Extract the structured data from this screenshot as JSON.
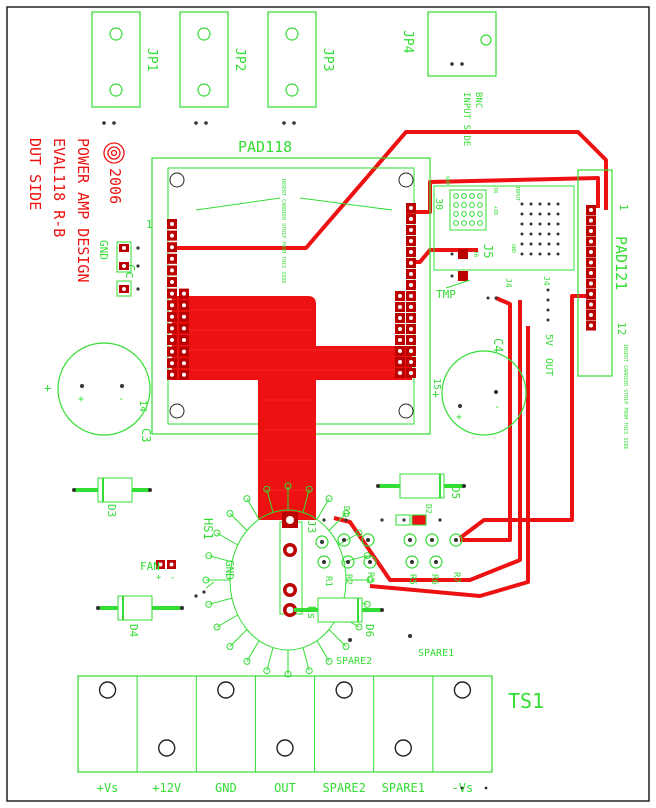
{
  "colors": {
    "silk": "#33dd33",
    "copper": "#ee1111",
    "pad": "#bb0000",
    "outline": "#222222"
  },
  "labels": {
    "jp1": "JP1",
    "jp2": "JP2",
    "jp3": "JP3",
    "jp4": "JP4",
    "bnc": "BNC",
    "input_side": "INPUT SIDE",
    "pad118": "PAD118",
    "pad121": "PAD121",
    "pin1_left": "1",
    "pin14": "14",
    "pin15": "15",
    "pin30": "30",
    "pin1_right": "1",
    "pin12": "12",
    "insert_left": "INSERT CARRIER STRIP FROM THIS SIDE",
    "insert_right": "INSERT CARRIER STRIP FROM THIS SIDE",
    "year": "2006",
    "company": "POWER AMP DESIGN",
    "eval": "EVAL118 R-B",
    "dut": "DUT SIDE",
    "gnd_cc": "GND",
    "cc": "Cc",
    "c3": "C3",
    "c4": "C4",
    "plus": "+",
    "minus": "-",
    "tmp": "TMP",
    "j5": "J5",
    "j6": "J6",
    "j4": "J4",
    "v5": "5V",
    "out_small": "OUT",
    "gnd_small": "GND",
    "in_minus": "-IN",
    "in_plus": "+IN",
    "input_small": "INPUT",
    "d1": "D1",
    "d2": "D2",
    "d3": "D3",
    "d4": "D4",
    "d5": "D5",
    "d6": "D6",
    "hs1": "HS1",
    "j3": "J3",
    "r1": "R1",
    "r2": "R2",
    "r3": "R3",
    "r5": "R5",
    "r6": "R6",
    "r7": "R7",
    "rs": "Rs",
    "fan": "FAN",
    "gnd_fan": "GND",
    "spare2_lbl": "SPARE2",
    "spare1_lbl": "SPARE1",
    "ts1": "TS1"
  },
  "terminals": [
    "+Vs",
    "+12V",
    "GND",
    "OUT",
    "SPARE2",
    "SPARE1",
    "-Vs"
  ]
}
